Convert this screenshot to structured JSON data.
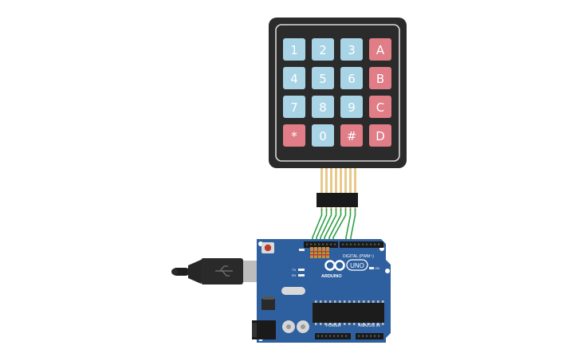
{
  "keypad": {
    "rows": [
      [
        {
          "label": "1",
          "type": "num"
        },
        {
          "label": "2",
          "type": "num"
        },
        {
          "label": "3",
          "type": "num"
        },
        {
          "label": "A",
          "type": "letter"
        }
      ],
      [
        {
          "label": "4",
          "type": "num"
        },
        {
          "label": "5",
          "type": "num"
        },
        {
          "label": "6",
          "type": "num"
        },
        {
          "label": "B",
          "type": "letter"
        }
      ],
      [
        {
          "label": "7",
          "type": "num"
        },
        {
          "label": "8",
          "type": "num"
        },
        {
          "label": "9",
          "type": "num"
        },
        {
          "label": "C",
          "type": "letter"
        }
      ],
      [
        {
          "label": "*",
          "type": "letter"
        },
        {
          "label": "0",
          "type": "num"
        },
        {
          "label": "#",
          "type": "letter"
        },
        {
          "label": "D",
          "type": "letter"
        }
      ]
    ],
    "colors": {
      "body": "#2b2b2b",
      "inner_border": "#d9d9d9",
      "num_key": "#a8d4e6",
      "letter_key": "#e07d86"
    },
    "connector_pins": 8
  },
  "arduino": {
    "brand": "ARDUINO",
    "model": "UNO",
    "labels": {
      "digital": "DIGITAL (PWM~)",
      "power": "POWER",
      "analog": "ANALOG IN",
      "tx": "TX",
      "rx": "RX",
      "on": "ON"
    },
    "colors": {
      "board": "#2e5f9e",
      "wire": "#2ea043"
    }
  },
  "usb_cable": {
    "colors": {
      "cable": "#1f1f1f",
      "plug_metal": "#bdbdbd"
    }
  }
}
